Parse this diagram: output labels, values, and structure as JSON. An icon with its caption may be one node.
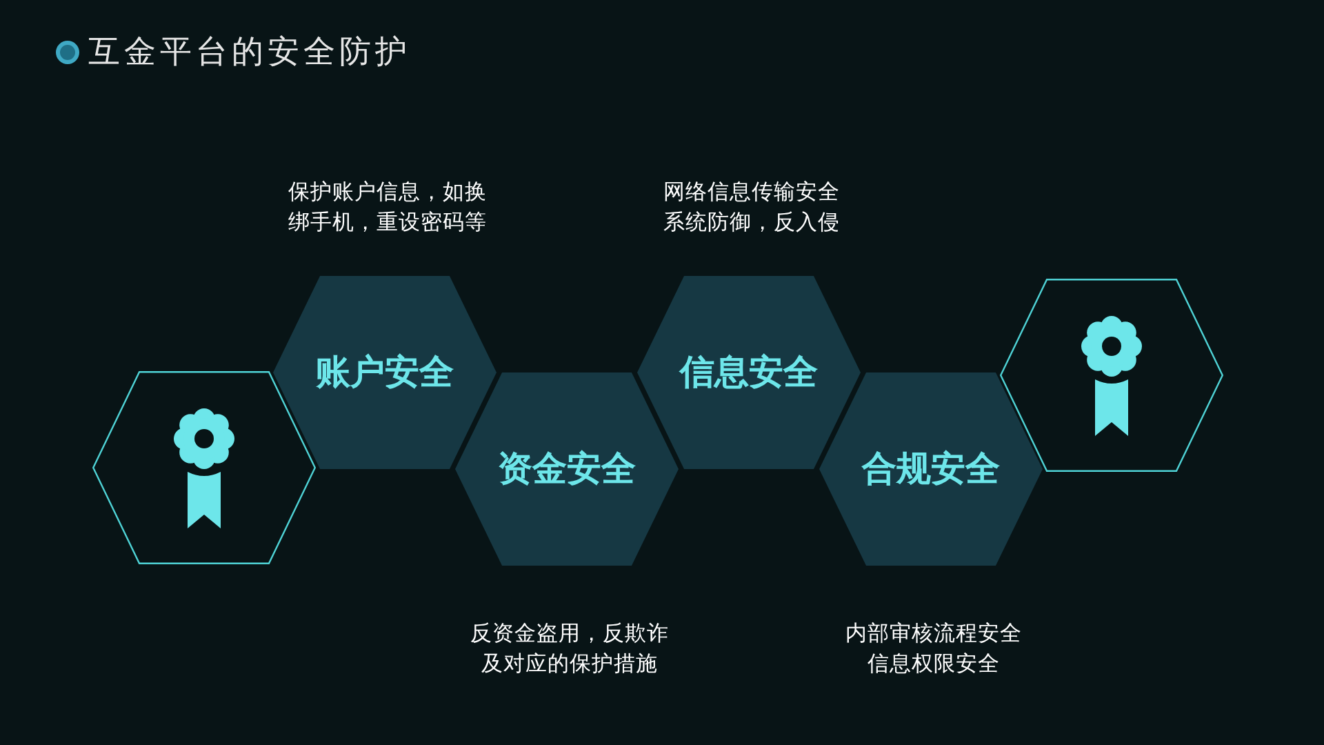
{
  "diagram": {
    "title": "互金平台的安全防护",
    "nodes": [
      {
        "text": [],
        "shape": "hexagon"
      },
      {
        "text": [
          "账户安全"
        ],
        "beside": [
          "保护账户信息，如换绑手机，重设密码等"
        ]
      },
      {
        "text": [
          "资金安全"
        ],
        "beside": [
          "反资金盗用，反欺诈及对应的保护措施"
        ]
      },
      {
        "text": [
          "信息安全"
        ],
        "beside": [
          "网络信息传输安全系统防御，反入侵"
        ]
      },
      {
        "text": [
          "合规安全"
        ],
        "beside": [
          "内部审核流程安全信息权限安全"
        ]
      },
      {
        "text": [],
        "shape": "hexagon"
      }
    ]
  }
}
